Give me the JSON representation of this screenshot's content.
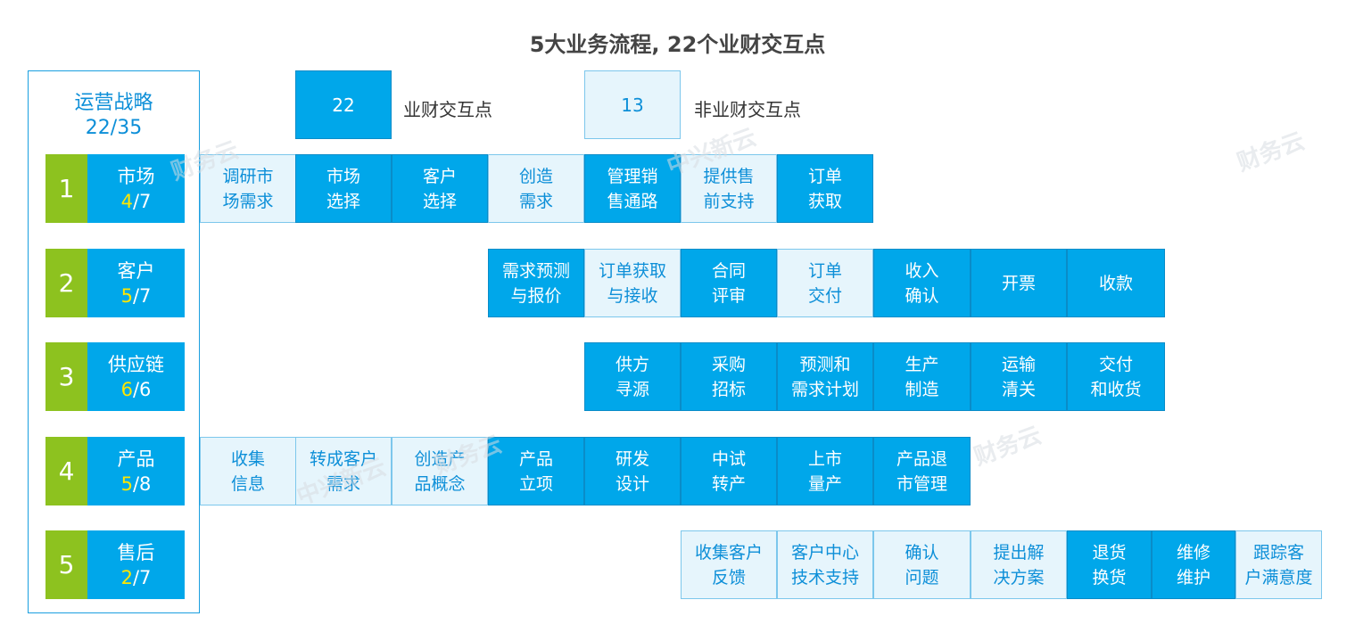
{
  "title": "5大业务流程, 22个业财交互点",
  "strategy": {
    "label": "运营战略",
    "score": "22/35"
  },
  "legend": [
    {
      "value": "22",
      "label": "业财交互点",
      "kind": "dark"
    },
    {
      "value": "13",
      "label": "非业财交互点",
      "kind": "light"
    }
  ],
  "processes": [
    {
      "num": "1",
      "name": "市场",
      "score_hit": "4",
      "score_total": "/7",
      "steps": [
        {
          "label": "调研市\n场需求",
          "kind": "light"
        },
        {
          "label": "市场\n选择",
          "kind": "dark"
        },
        {
          "label": "客户\n选择",
          "kind": "dark"
        },
        {
          "label": "创造\n需求",
          "kind": "light"
        },
        {
          "label": "管理销\n售通路",
          "kind": "dark"
        },
        {
          "label": "提供售\n前支持",
          "kind": "light"
        },
        {
          "label": "订单\n获取",
          "kind": "dark"
        }
      ]
    },
    {
      "num": "2",
      "name": "客户",
      "score_hit": "5",
      "score_total": "/7",
      "steps": [
        {
          "label": "需求预测\n与报价",
          "kind": "dark"
        },
        {
          "label": "订单获取\n与接收",
          "kind": "light"
        },
        {
          "label": "合同\n评审",
          "kind": "dark"
        },
        {
          "label": "订单\n交付",
          "kind": "light"
        },
        {
          "label": "收入\n确认",
          "kind": "dark"
        },
        {
          "label": "开票",
          "kind": "dark"
        },
        {
          "label": "收款",
          "kind": "dark"
        }
      ]
    },
    {
      "num": "3",
      "name": "供应链",
      "score_hit": "6",
      "score_total": "/6",
      "steps": [
        {
          "label": "供方\n寻源",
          "kind": "dark"
        },
        {
          "label": "采购\n招标",
          "kind": "dark"
        },
        {
          "label": "预测和\n需求计划",
          "kind": "dark"
        },
        {
          "label": "生产\n制造",
          "kind": "dark"
        },
        {
          "label": "运输\n清关",
          "kind": "dark"
        },
        {
          "label": "交付\n和收货",
          "kind": "dark"
        }
      ]
    },
    {
      "num": "4",
      "name": "产品",
      "score_hit": "5",
      "score_total": "/8",
      "steps": [
        {
          "label": "收集\n信息",
          "kind": "light"
        },
        {
          "label": "转成客户\n需求",
          "kind": "light"
        },
        {
          "label": "创造产\n品概念",
          "kind": "light"
        },
        {
          "label": "产品\n立项",
          "kind": "dark"
        },
        {
          "label": "研发\n设计",
          "kind": "dark"
        },
        {
          "label": "中试\n转产",
          "kind": "dark"
        },
        {
          "label": "上市\n量产",
          "kind": "dark"
        },
        {
          "label": "产品退\n市管理",
          "kind": "dark"
        }
      ]
    },
    {
      "num": "5",
      "name": "售后",
      "score_hit": "2",
      "score_total": "/7",
      "steps": [
        {
          "label": "收集客户\n反馈",
          "kind": "light"
        },
        {
          "label": "客户中心\n技术支持",
          "kind": "light"
        },
        {
          "label": "确认\n问题",
          "kind": "light"
        },
        {
          "label": "提出解\n决方案",
          "kind": "light"
        },
        {
          "label": "退货\n换货",
          "kind": "dark"
        },
        {
          "label": "维修\n维护",
          "kind": "dark"
        },
        {
          "label": "跟踪客\n户满意度",
          "kind": "light"
        }
      ]
    }
  ],
  "watermarks": [
    {
      "text": "财务云"
    },
    {
      "text": "中兴新云"
    },
    {
      "text": "财务云"
    },
    {
      "text": "财务云"
    },
    {
      "text": "中兴新云"
    },
    {
      "text": "财务云"
    }
  ]
}
